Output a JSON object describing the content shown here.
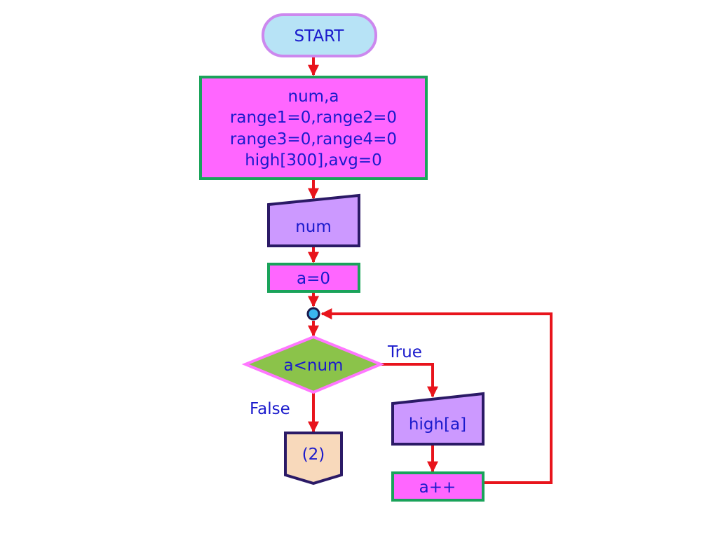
{
  "nodes": {
    "start": "START",
    "declarations": [
      "num,a",
      "range1=0,range2=0",
      "range3=0,range4=0",
      "high[300],avg=0"
    ],
    "input_num": "num",
    "assign_a": "a=0",
    "condition": "a<num",
    "input_high": "high[a]",
    "increment": "a++",
    "connector": "(2)"
  },
  "edges": {
    "true_label": "True",
    "false_label": "False"
  },
  "colors": {
    "line": "#e8141c",
    "text": "#1a1acc",
    "terminal_fill": "#b7e3f6",
    "terminal_stroke": "#cc88ee",
    "process_fill": "#ff66ff",
    "process_stroke": "#1aa35a",
    "input_fill": "#cc99ff",
    "input_stroke": "#2b1a66",
    "decision_fill": "#8bc34a",
    "decision_stroke": "#ff77ff",
    "connector_fill": "#f8d9bb",
    "connector_stroke": "#2b1a66",
    "junction_fill": "#3ab6f0"
  }
}
